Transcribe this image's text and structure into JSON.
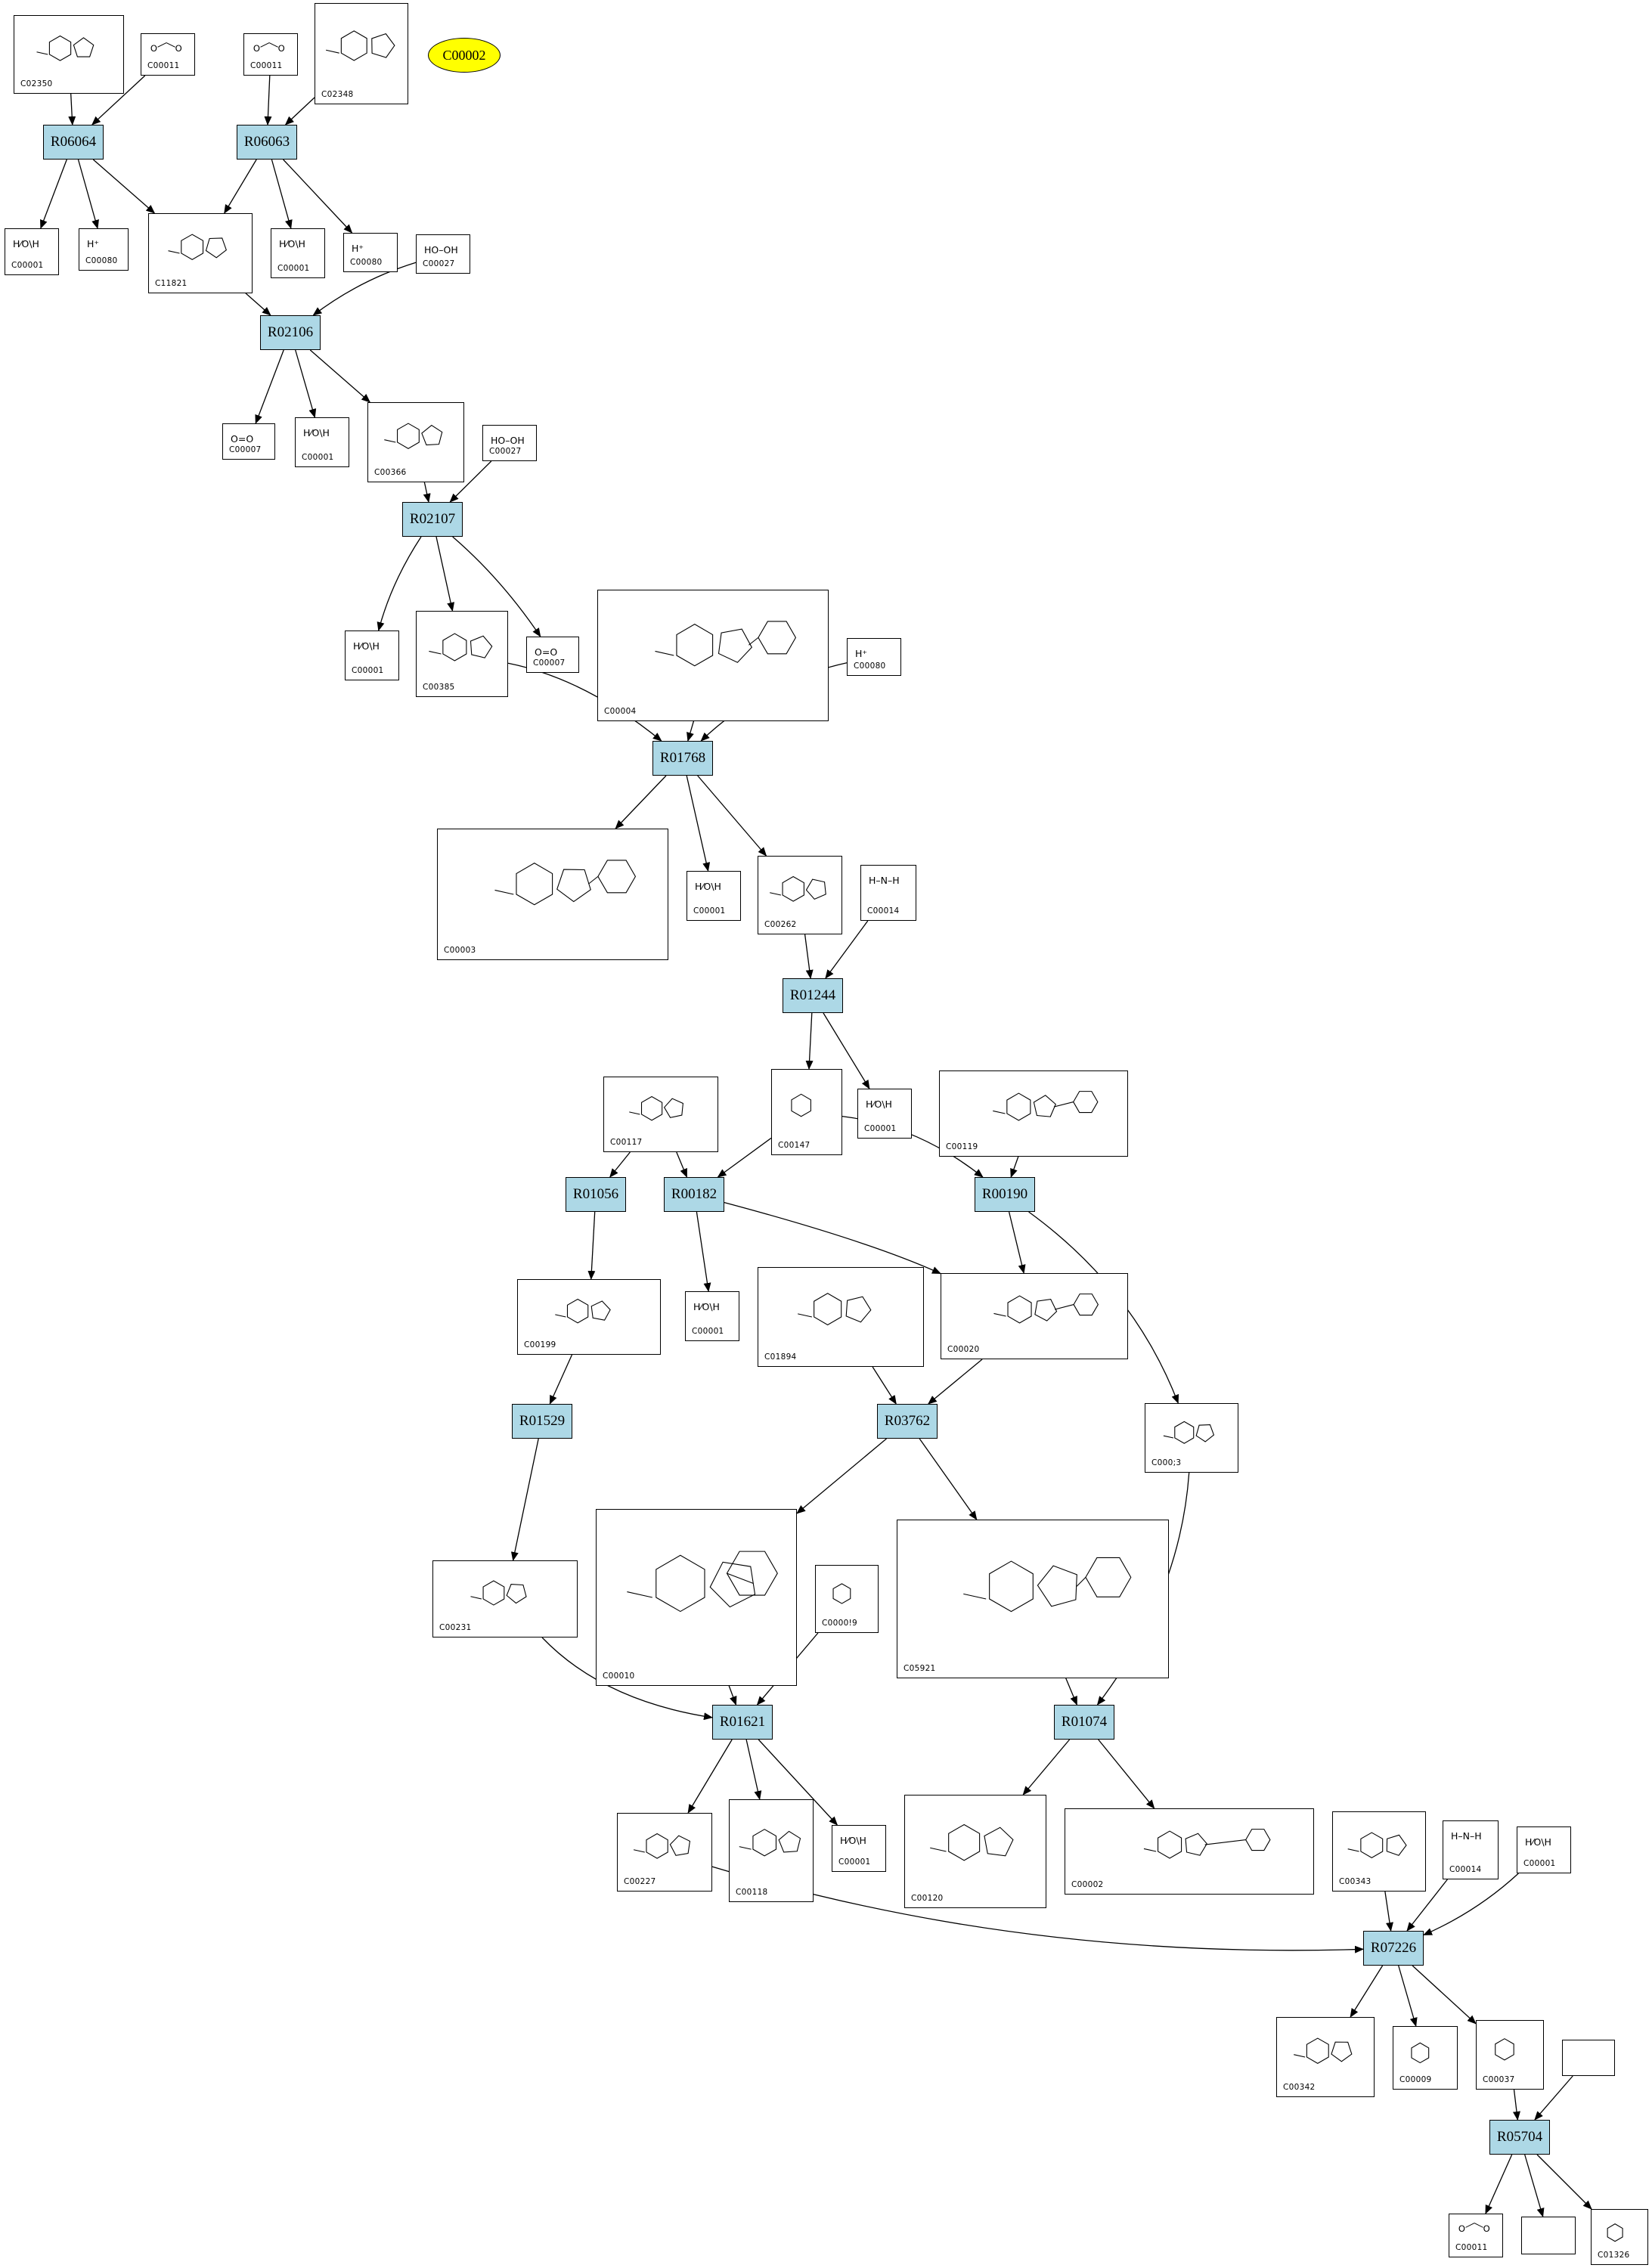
{
  "highlight": {
    "id": "C00002",
    "color": "#ffff00"
  },
  "colors": {
    "reaction_fill": "#add8e6",
    "edge": "#000000",
    "compound_border": "#000000"
  },
  "reactions": [
    "R06064",
    "R06063",
    "R02106",
    "R02107",
    "R01768",
    "R01244",
    "R01056",
    "R00182",
    "R00190",
    "R01529",
    "R03762",
    "R01621",
    "R01074",
    "R07226",
    "R05704"
  ],
  "compounds": {
    "C02350": {
      "label": "C02350"
    },
    "C00011a": {
      "label": "C00011"
    },
    "C00011b": {
      "label": "C00011"
    },
    "C02348": {
      "label": "C02348"
    },
    "C00001a": {
      "label": "C00001",
      "formula": "H⁄O\\H"
    },
    "C00080a": {
      "label": "C00080",
      "formula": "H⁺"
    },
    "C11821": {
      "label": "C11821"
    },
    "C00001b": {
      "label": "C00001",
      "formula": "H⁄O\\H"
    },
    "C00080b": {
      "label": "C00080",
      "formula": "H⁺"
    },
    "C00027a": {
      "label": "C00027",
      "formula": "HO–OH"
    },
    "C00007a": {
      "label": "C00007",
      "formula": "O=O"
    },
    "C00001c": {
      "label": "C00001",
      "formula": "H⁄O\\H"
    },
    "C00366": {
      "label": "C00366"
    },
    "C00027b": {
      "label": "C00027",
      "formula": "HO–OH"
    },
    "C00001d": {
      "label": "C00001",
      "formula": "H⁄O\\H"
    },
    "C00385": {
      "label": "C00385"
    },
    "C00007b": {
      "label": "C00007",
      "formula": "O=O"
    },
    "C00004": {
      "label": "C00004"
    },
    "C00080c": {
      "label": "C00080",
      "formula": "H⁺"
    },
    "C00003": {
      "label": "C00003"
    },
    "C00001e": {
      "label": "C00001",
      "formula": "H⁄O\\H"
    },
    "C00262": {
      "label": "C00262"
    },
    "C00014a": {
      "label": "C00014",
      "formula": "H–N–H"
    },
    "C00117": {
      "label": "C00117"
    },
    "C00147": {
      "label": "C00147"
    },
    "C00001f": {
      "label": "C00001",
      "formula": "H⁄O\\H"
    },
    "C00119": {
      "label": "C00119"
    },
    "C00199": {
      "label": "C00199"
    },
    "C00001g": {
      "label": "C00001",
      "formula": "H⁄O\\H"
    },
    "C01894": {
      "label": "C01894"
    },
    "C00020": {
      "label": "C00020"
    },
    "C00013": {
      "label": "C000;3"
    },
    "C00231": {
      "label": "C00231"
    },
    "C00010": {
      "label": "C00010"
    },
    "C00009a": {
      "label": "C0000!9"
    },
    "C05921": {
      "label": "C05921"
    },
    "C00227": {
      "label": "C00227"
    },
    "C00118": {
      "label": "C00118"
    },
    "C00001h": {
      "label": "C00001",
      "formula": "H⁄O\\H"
    },
    "C00120": {
      "label": "C00120"
    },
    "C00002": {
      "label": "C00002"
    },
    "C00343": {
      "label": "C00343"
    },
    "C00014b": {
      "label": "C00014",
      "formula": "H–N–H"
    },
    "C00001i": {
      "label": "C00001",
      "formula": "H⁄O\\H"
    },
    "C00342": {
      "label": "C00342"
    },
    "C00009b": {
      "label": "C00009"
    },
    "C00037": {
      "label": "C00037"
    },
    "Cblank1": {
      "label": ""
    },
    "C00011c": {
      "label": "C00011"
    },
    "Cblank2": {
      "label": ""
    },
    "C01326": {
      "label": "C01326"
    }
  }
}
